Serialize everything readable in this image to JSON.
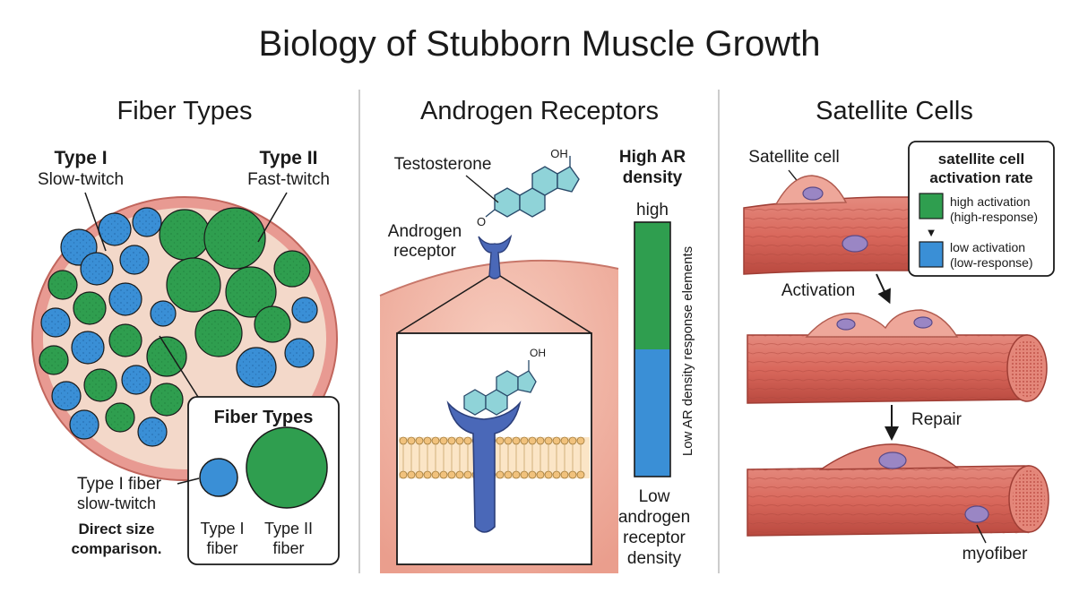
{
  "title": "Biology of Stubborn Muscle Growth",
  "colors": {
    "type1_blue": "#3a8fd6",
    "type2_green": "#2f9e4f",
    "muscle_red": "#d96a5e",
    "receptor_blue": "#4a68b8",
    "molecule_teal": "#8fd3d8",
    "nucleus_purple": "#9a86c4"
  },
  "fiber_panel": {
    "heading": "Fiber Types",
    "type1": {
      "title": "Type I",
      "subtitle": "Slow-twitch"
    },
    "type2": {
      "title": "Type II",
      "subtitle": "Fast-twitch"
    },
    "inset": {
      "title": "Fiber Types",
      "type1_label_line1": "Type I",
      "type1_label_line2": "fiber",
      "type2_label_line1": "Type II",
      "type2_label_line2": "fiber"
    },
    "callout_line1": "Type I fiber",
    "callout_line2": "slow-twitch",
    "note_line1": "Direct size",
    "note_line2": "comparison."
  },
  "androgen_panel": {
    "heading": "Androgen Receptors",
    "testosterone_label": "Testosterone",
    "oh_label": "OH",
    "o_label": "O",
    "receptor_line1": "Androgen",
    "receptor_line2": "receptor",
    "bar": {
      "title_line1": "High AR",
      "title_line2": "density",
      "top_label": "high",
      "side_label": "Low AR density  response elements",
      "bottom_line1": "Low",
      "bottom_line2": "androgen",
      "bottom_line3": "receptor",
      "bottom_line4": "density"
    }
  },
  "satellite_panel": {
    "heading": "Satellite Cells",
    "cell_label": "Satellite cell",
    "legend": {
      "title_line1": "satellite cell",
      "title_line2": "activation rate",
      "high_line1": "high activation",
      "high_line2": "(high-response)",
      "low_line1": "low activation",
      "low_line2": "(low-response)",
      "arrow_glyph": "▼"
    },
    "activation_label": "Activation",
    "repair_label": "Repair",
    "myofiber_label": "myofiber"
  }
}
